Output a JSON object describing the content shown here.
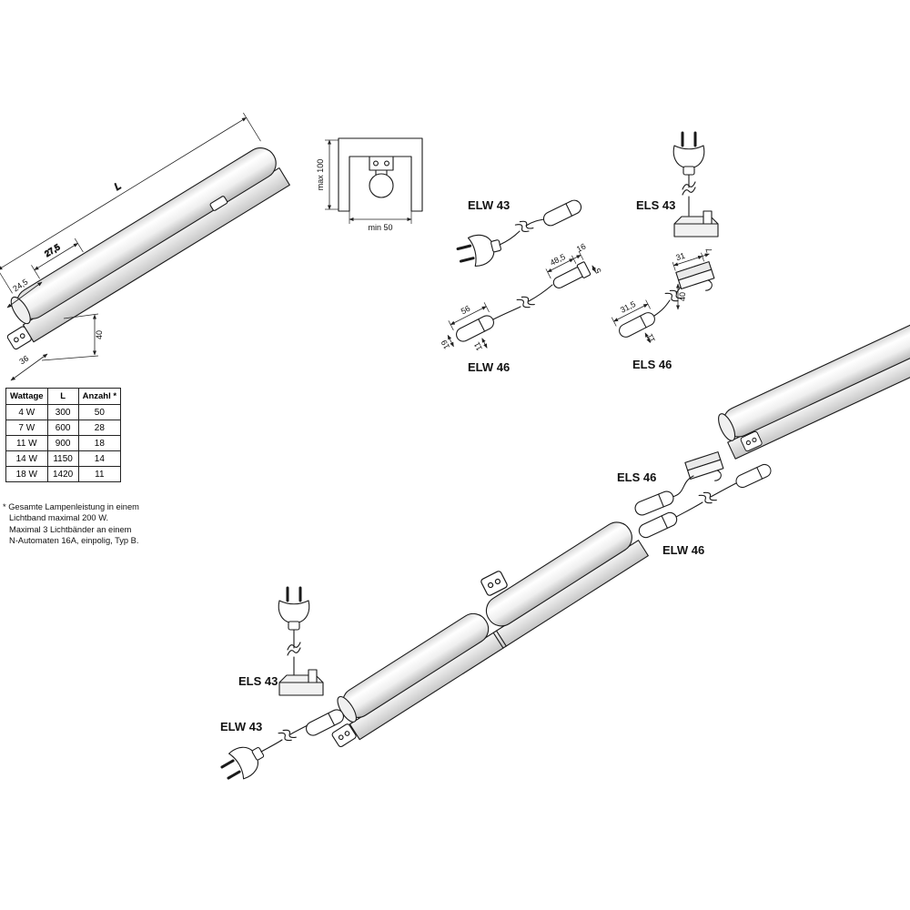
{
  "iso": {
    "L": "L",
    "w275": "27,5",
    "w245": "24,5",
    "h40": "40",
    "d36": "36"
  },
  "mount": {
    "max100": "max 100",
    "min50": "min 50"
  },
  "labels": {
    "elw43": "ELW 43",
    "els43": "ELS 43",
    "elw46": "ELW 46",
    "els46": "ELS 46"
  },
  "elw46dims": {
    "l56": "56",
    "w19": "19",
    "h11": "11",
    "l485": "48,5",
    "w16": "16",
    "h5": "5"
  },
  "els46dims": {
    "l31": "31",
    "w7": "7",
    "l315": "31,5",
    "h40": "40",
    "h11": "11"
  },
  "table": {
    "headers": [
      "Wattage",
      "L",
      "Anzahl *"
    ],
    "rows": [
      [
        "4 W",
        "300",
        "50"
      ],
      [
        "7 W",
        "600",
        "28"
      ],
      [
        "11 W",
        "900",
        "18"
      ],
      [
        "14 W",
        "1150",
        "14"
      ],
      [
        "18 W",
        "1420",
        "11"
      ]
    ]
  },
  "footnote": {
    "lines": [
      "* Gesamte Lampenleistung in einem",
      "Lichtband maximal 200 W.",
      "Maximal 3 Lichtbänder an einem",
      "N-Automaten 16A, einpolig, Typ B."
    ]
  }
}
